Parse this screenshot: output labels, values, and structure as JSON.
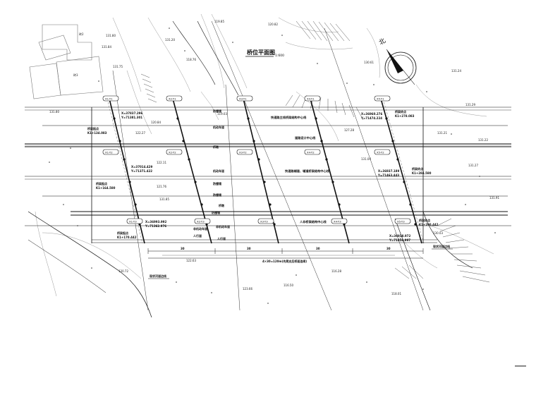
{
  "drawing": {
    "title": "桥位平面图",
    "scale": "1:600",
    "north_label": "北"
  },
  "buildings": [
    {
      "label": "砖2"
    },
    {
      "label": "砖3"
    }
  ],
  "axis_labels": {
    "top": [
      "X1-Y1",
      "X2-Y1",
      "X3-Y1",
      "X4-Y1",
      "X5-Y1"
    ],
    "upper": [
      "X1-Y2",
      "X2-Y2",
      "X3-Y2",
      "X4-Y2",
      "X5-Y2"
    ],
    "lower": [
      "X1-Y3",
      "X2-Y3",
      "X3-Y3",
      "X4-Y3",
      "X5-Y3"
    ]
  },
  "lane_labels": {
    "guard1": "防撞墙",
    "motor1": "机动车道",
    "center1": "桥墩",
    "motor2": "机动车道",
    "guard2": "防撞墙",
    "guard3": "防撞墙",
    "center2": "桥墩",
    "nonmotor": "非机动车道",
    "sidewalk": "人行道",
    "guard4": "防撞墙",
    "nonmotor2": "非机动车道",
    "sidewalk2": "人行道"
  },
  "centerlines": {
    "c1": "快速路主线桥梁结构中心线",
    "c2": "道路设计中心线",
    "c3": "快速路辅道、辅道桥梁结构中心线",
    "c4": "人非桥梁结构中心线"
  },
  "coordinates": {
    "p1": "X=37837.296",
    "p1b": "Y=71381.301",
    "p2": "X=36960.276",
    "p2b": "Y=71474.224",
    "p3": "X=37014.429",
    "p3b": "Y=71371.422",
    "p4": "X=36937.189",
    "p4b": "Y=71463.443",
    "p5": "X=36993.992",
    "p5b": "Y=71362.976",
    "p6": "X=36918.972",
    "p6b": "Y=71454.997"
  },
  "stations": {
    "s1_label": "桥梁起点",
    "s1": "K1+134.083",
    "s2_label": "桥梁终点",
    "s2": "K1+278.083",
    "s3_label": "桥梁起点",
    "s3": "K1+164.580",
    "s4_label": "桥梁终点",
    "s4": "K1+284.580",
    "s5_label": "桥梁起点",
    "s5": "K1+170.442",
    "s6_label": "桥梁终点",
    "s6": "K1+290.442"
  },
  "bank_labels": {
    "left": "现状河道边线",
    "right": "现状河道边线"
  },
  "spans": {
    "dims": [
      "30",
      "30",
      "30",
      "30"
    ],
    "total": "4×30=120m(先简支后桥面连续)"
  },
  "elevations": [
    "131.80",
    "131.84",
    "131.75",
    "131.80",
    "131.20",
    "118.76",
    "119.85",
    "120.82",
    "130.61",
    "131.24",
    "131.29",
    "131.21",
    "131.22",
    "131.27",
    "131.91",
    "130.72",
    "130.03",
    "122.63",
    "127.28",
    "131.04",
    "116.28",
    "116.50",
    "118.01",
    "122.27",
    "120.84",
    "119.03",
    "122.11",
    "131.85",
    "123.66",
    "121.76"
  ]
}
